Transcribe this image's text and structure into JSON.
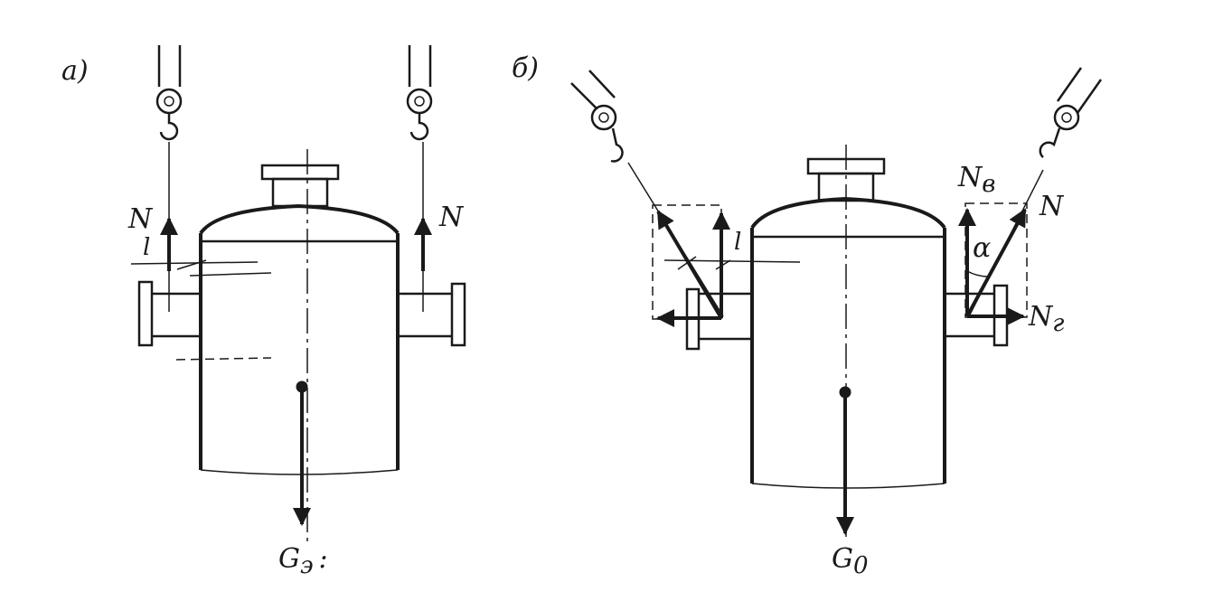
{
  "panel_a": {
    "label": "а)",
    "force_left": "N",
    "force_right": "N",
    "length_label": "l",
    "weight_label": "G",
    "weight_sub": "э",
    "weight_suffix": ":"
  },
  "panel_b": {
    "label": "б)",
    "force_vertical": "N",
    "force_vertical_sub": "в",
    "force_sling": "N",
    "force_horizontal": "N",
    "force_horizontal_sub": "г",
    "angle_label": "α",
    "length_label": "l",
    "weight_label": "G",
    "weight_sub": "0"
  }
}
